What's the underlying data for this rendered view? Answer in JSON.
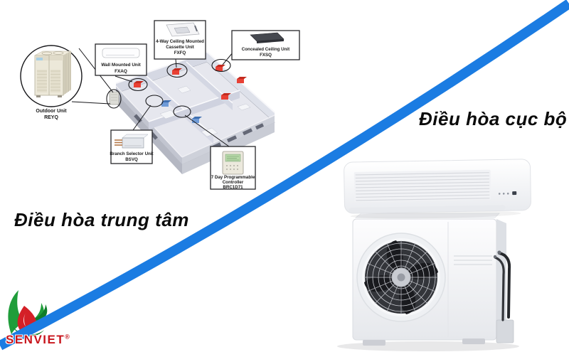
{
  "headings": {
    "left": "Điều hòa trung tâm",
    "right": "Điều hòa cục bộ"
  },
  "stripe": {
    "color": "#1b7ce2"
  },
  "vrv": {
    "callouts": {
      "outdoor": {
        "line1": "Outdoor Unit",
        "line2": "REYQ"
      },
      "wall": {
        "line1": "Wall Mounted Unit",
        "line2": "FXAQ"
      },
      "cassette": {
        "line1": "4-Way Ceiling Mounted",
        "line2": "Cassette Unit",
        "line3": "FXFQ"
      },
      "concealed": {
        "line1": "Concealed Ceiling Unit",
        "line2": "FXSQ"
      },
      "branch": {
        "line1": "Branch Selector Unit",
        "line2": "BSVQ"
      },
      "controller": {
        "line1": "7 Day Programmable",
        "line2": "Controller",
        "line3": "BRC1D71"
      }
    },
    "unit_colors": {
      "cooling": "#3f6fb0",
      "heating": "#e84034"
    }
  },
  "logo": {
    "brand": "SENVIET",
    "registered": "®",
    "colors": {
      "green": "#1f9d3a",
      "green_dark": "#0f7d2a",
      "red": "#d42027",
      "text": "#c8151c"
    }
  }
}
